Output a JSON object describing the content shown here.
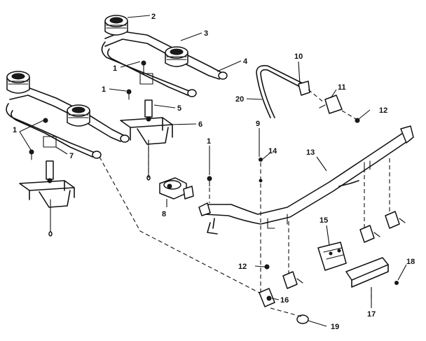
{
  "callouts": [
    {
      "id": "c2",
      "text": "2"
    },
    {
      "id": "c3",
      "text": "3"
    },
    {
      "id": "c1a",
      "text": "1"
    },
    {
      "id": "c4",
      "text": "4"
    },
    {
      "id": "c1b",
      "text": "1"
    },
    {
      "id": "c5",
      "text": "5"
    },
    {
      "id": "c6",
      "text": "6"
    },
    {
      "id": "c1c",
      "text": "1"
    },
    {
      "id": "c7",
      "text": "7"
    },
    {
      "id": "c8",
      "text": "8"
    },
    {
      "id": "c1d",
      "text": "1"
    },
    {
      "id": "c9",
      "text": "9"
    },
    {
      "id": "c14",
      "text": "14"
    },
    {
      "id": "c10",
      "text": "10"
    },
    {
      "id": "c11",
      "text": "11"
    },
    {
      "id": "c20",
      "text": "20"
    },
    {
      "id": "c12a",
      "text": "12"
    },
    {
      "id": "c13",
      "text": "13"
    },
    {
      "id": "c15",
      "text": "15"
    },
    {
      "id": "c16",
      "text": "16"
    },
    {
      "id": "c17",
      "text": "17"
    },
    {
      "id": "c18",
      "text": "18"
    },
    {
      "id": "c12b",
      "text": "12"
    },
    {
      "id": "c19",
      "text": "19"
    }
  ]
}
